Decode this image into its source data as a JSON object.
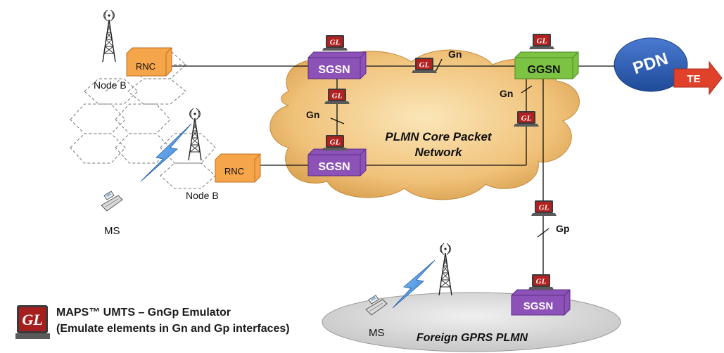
{
  "logo_text": "GL",
  "nodes": {
    "rnc_top": "RNC",
    "rnc_bottom": "RNC",
    "node_b_top": "Node B",
    "node_b_bottom": "Node B",
    "sgsn_top": "SGSN",
    "sgsn_bottom": "SGSN",
    "sgsn_foreign": "SGSN",
    "ggsn": "GGSN",
    "pdn": "PDN",
    "te": "TE",
    "ms_left": "MS",
    "ms_bottom": "MS"
  },
  "clouds": {
    "core": [
      "PLMN Core Packet",
      "Network"
    ],
    "foreign": "Foreign GPRS PLMN"
  },
  "interfaces": {
    "gn_top": "Gn",
    "gn_left": "Gn",
    "gn_right": "Gn",
    "gp": "Gp"
  },
  "legend": {
    "title": "MAPS™  UMTS – GnGp Emulator",
    "subtitle": "(Emulate elements in Gn and Gp interfaces)"
  },
  "colors": {
    "sgsn": "#8a4fb5",
    "ggsn": "#7cc243",
    "rnc": "#f39a3c",
    "cloud": "#f2c27a",
    "foreign_cloud": "#d6d6d6",
    "pdn": "#2e5fb3",
    "te": "#e0412a",
    "gl_logo": "#a51f1f"
  }
}
